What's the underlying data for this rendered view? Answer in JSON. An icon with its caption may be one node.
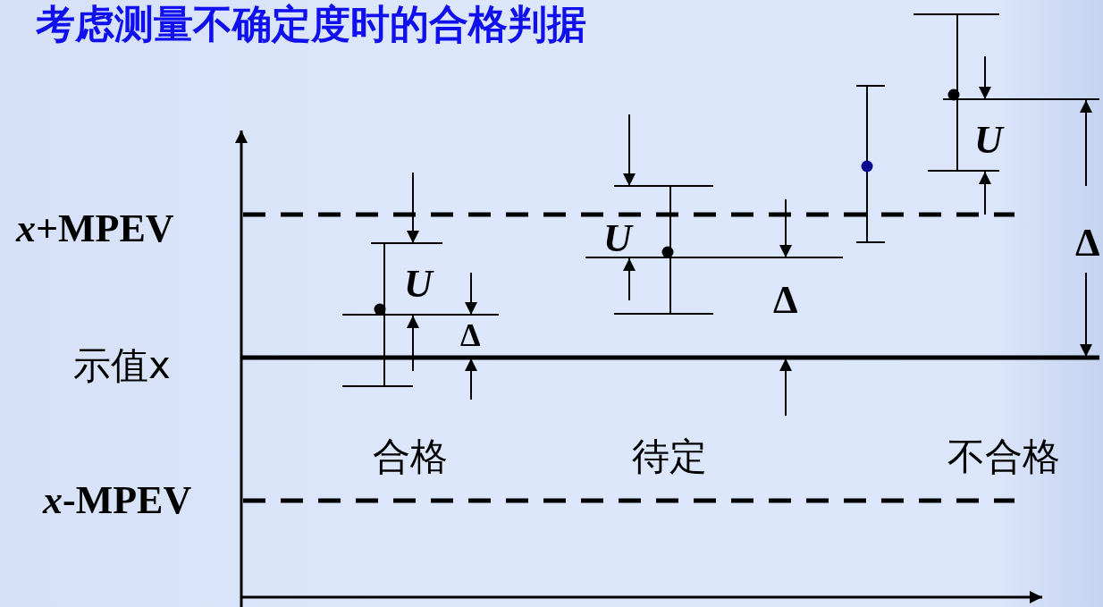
{
  "diagram": {
    "title": "考虑测量不确定度时的合格判据",
    "labels": [
      "*U*",
      "*x*+MPEV",
      "Δ",
      "*U*",
      "*U*",
      "Δ",
      "Δ",
      "示值x",
      "合格",
      "待定",
      "不合格",
      "*x*-MPEV"
    ]
  }
}
